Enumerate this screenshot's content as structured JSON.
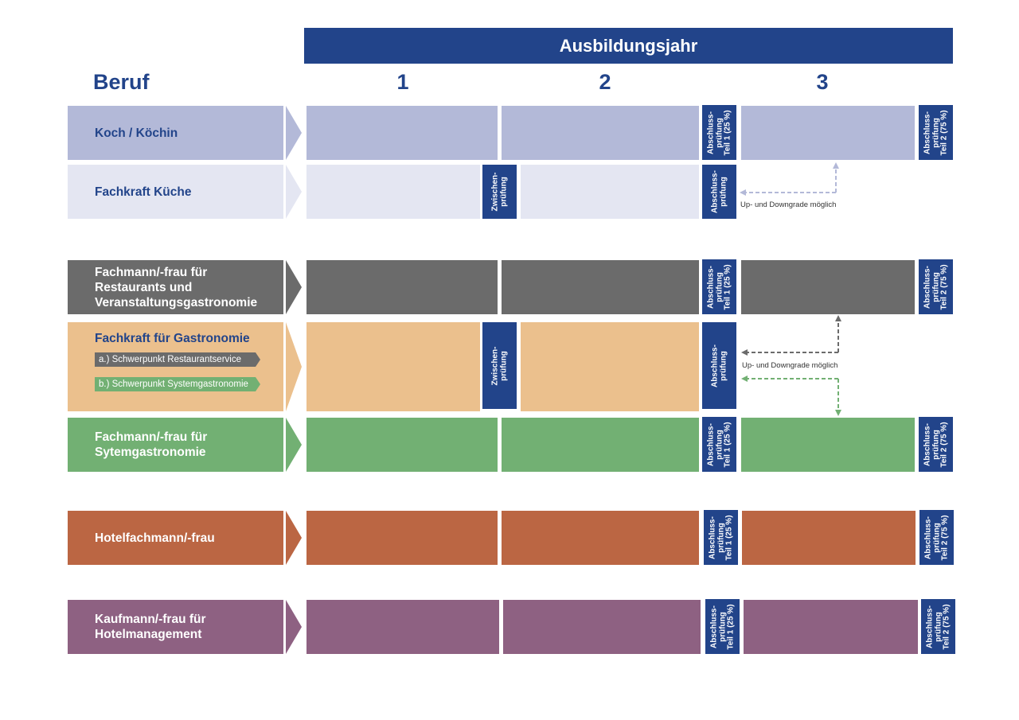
{
  "header": {
    "title": "Ausbildungsjahr",
    "column_label": "Beruf",
    "years": [
      "1",
      "2",
      "3"
    ]
  },
  "exam_labels": {
    "teil1": "Abschluss-\nprüfung\nTeil 1 (25 %)",
    "teil2": "Abschluss-\nprüfung\nTeil 2 (75 %)",
    "abschluss": "Abschluss-\nprüfung",
    "zwischen": "Zwischen-\nprüfung"
  },
  "notes": {
    "updown": "Up- und Downgrade möglich"
  },
  "colors": {
    "navy": "#22448a",
    "koch": "#b3b9d8",
    "kueche": "#e4e6f2",
    "restaurant": "#6b6b6b",
    "gastro": "#ebc08d",
    "system": "#72b073",
    "hotel": "#bb6643",
    "kaufmann": "#8e6182"
  },
  "rows": [
    {
      "name": "Koch / Köchin"
    },
    {
      "name": "Fachkraft Küche"
    },
    {
      "name": "Fachmann/-frau für\nRestaurants und\nVeranstaltungsgastronomie"
    },
    {
      "name": "Fachkraft für Gastronomie",
      "sub_a": "a.) Schwerpunkt Restaurantservice",
      "sub_b": "b.) Schwerpunkt Systemgastronomie"
    },
    {
      "name": "Fachmann/-frau für\nSytemgastronomie"
    },
    {
      "name": "Hotelfachmann/-frau"
    },
    {
      "name": "Kaufmann/-frau für\nHotelmanagement"
    }
  ]
}
